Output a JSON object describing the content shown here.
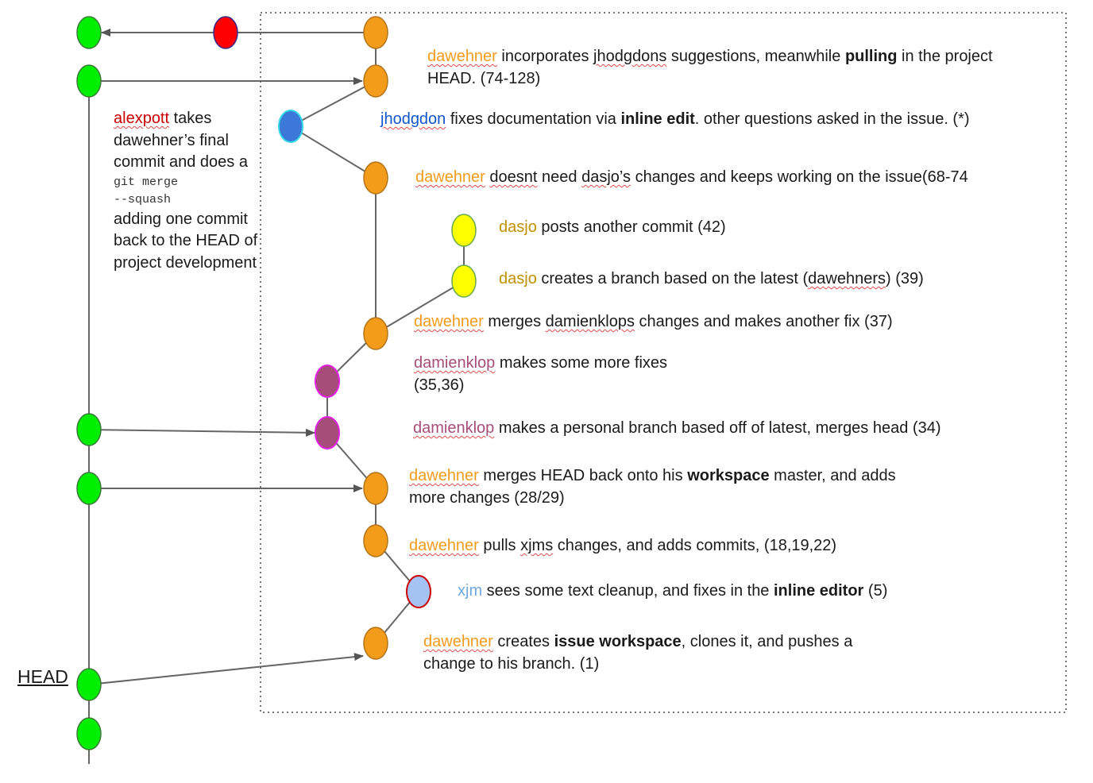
{
  "colors": {
    "head_node": "#00ee00",
    "dawehner": "#f39b1a",
    "dasjo": "#ffff00",
    "damienklop": "#a64d79",
    "jhodgdon": "#3c78d8",
    "xjm": "#a4c2f4",
    "red_node": "#ff0000",
    "line": "#666666",
    "frame": "#666666"
  },
  "head_label": "HEAD",
  "alexpott_note": {
    "user": "alexpott",
    "line1": "takes",
    "line2": "dawehner’s final commit and does a",
    "code1": "git merge",
    "code2": "--squash",
    "rest": "adding one commit back to the HEAD of project development"
  },
  "notes": {
    "n1": {
      "user": "dawehner",
      "a": "incorporates",
      "b": "jhodgdons",
      "c": "suggestions, meanwhile",
      "bold": "pulling",
      "d": "in the project HEAD. (74-128)"
    },
    "n2": {
      "user": "jhodgdon",
      "a": "fixes documentation via",
      "bold": "inline edit",
      "b": ". other questions asked in the issue. (*)"
    },
    "n3": {
      "user": "dawehner",
      "a": "doesnt",
      "b": "need",
      "c": "dasjo’s",
      "d": "changes and keeps working on the issue(68-74"
    },
    "n4": {
      "user": "dasjo",
      "a": "posts another commit (42)"
    },
    "n5": {
      "user": "dasjo",
      "a": "creates a branch based on the latest (",
      "b": "dawehners",
      "c": ") (39)"
    },
    "n6": {
      "user": "dawehner",
      "a": "merges",
      "b": "damienklops",
      "c": "changes and makes another fix (37)"
    },
    "n7": {
      "user": "damienklop",
      "a": "makes some more fixes (35,36)"
    },
    "n8": {
      "user": "damienklop",
      "a": "makes a personal  branch based off of latest, merges head (34)"
    },
    "n9": {
      "user": "dawehner",
      "a": "merges HEAD back onto his",
      "bold": "workspace",
      "b": "master, and adds more changes (28/29)"
    },
    "n10": {
      "user": "dawehner",
      "a": "pulls",
      "b": "xjms",
      "c": "changes, and adds commits, (18,19,22)"
    },
    "n11": {
      "user": "xjm",
      "a": "sees some text cleanup, and fixes in the",
      "bold": "inline editor",
      "b": "(5)"
    },
    "n12": {
      "user": "dawehner",
      "a": "creates",
      "bold": "issue workspace",
      "b": ", clones it, and pushes a change to his branch. (1)"
    }
  }
}
